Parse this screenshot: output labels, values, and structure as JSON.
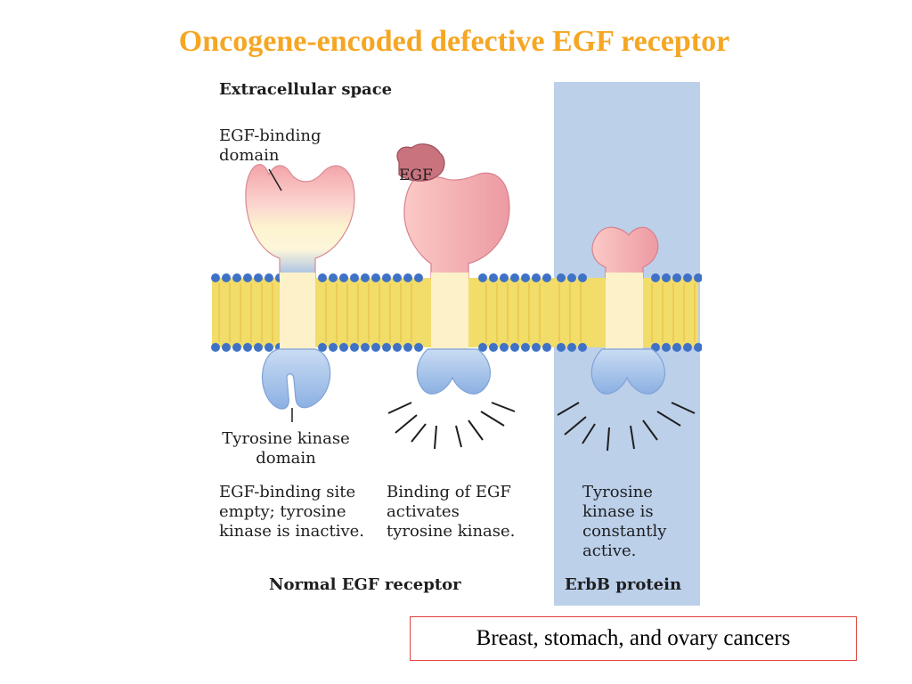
{
  "title": "Oncogene-encoded defective EGF receptor",
  "figure": {
    "extracellular_label": "Extracellular space",
    "egf_binding_domain_label": "EGF-binding\ndomain",
    "egf_label": "EGF",
    "tyrosine_kinase_label": "Tyrosine kinase\ndomain",
    "inactive_caption": "EGF-binding site\nempty; tyrosine\nkinase is inactive.",
    "active_caption": "Binding of EGF\nactivates\ntyrosine kinase.",
    "erbb_caption": "Tyrosine\nkinase is\nconstantly\nactive.",
    "normal_receptor_label": "Normal EGF receptor",
    "erbb_protein_label": "ErbB protein"
  },
  "cancer_box": "Breast, stomach, and ovary cancers",
  "colors": {
    "title": "#f5a623",
    "membrane": "#f2dc6a",
    "head_pink": "#f5b3b3",
    "kinase_blue": "#a9c3e8",
    "erbb_panel": "#bcd0ea",
    "box_border": "#e0413b"
  }
}
